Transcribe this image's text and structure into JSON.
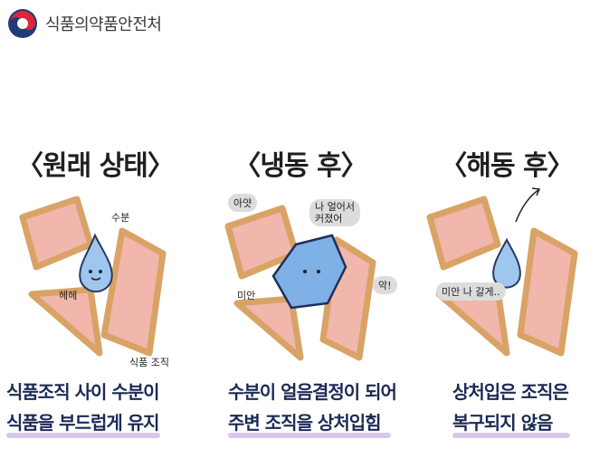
{
  "agency": "식품의약품안전처",
  "icons": {
    "emblem": "korea-taegeuk-emblem",
    "arrow": "curved-arrow-icon"
  },
  "panels": [
    {
      "title": "〈원래 상태〉",
      "caption_line1": "식품조직 사이 수분이",
      "caption_line2": "식품을 부드럽게 유지",
      "labels": {
        "water": "수분",
        "tissue": "식품 조직",
        "smile": "헤헤"
      }
    },
    {
      "title": "〈냉동 후〉",
      "caption_line1": "수분이 얼음결정이 되어",
      "caption_line2": "주변 조직을 상처입힘",
      "labels": {
        "ouch": "아얏",
        "frozen": "나 얼어서\n커졌어",
        "sorry": "미안",
        "ack": "악!"
      }
    },
    {
      "title": "〈해동 후〉",
      "caption_line1": "상처입은 조직은",
      "caption_line2": "복구되지 않음",
      "labels": {
        "sorry": "미안 나 갈게.."
      }
    }
  ],
  "colors": {
    "tissue_fill": "#f1b7ad",
    "tissue_border": "#d9a366",
    "water": "#9fc6ee",
    "ice": "#7fb0e6",
    "caption": "#1b2a55",
    "underline": "#c9b4e6"
  }
}
